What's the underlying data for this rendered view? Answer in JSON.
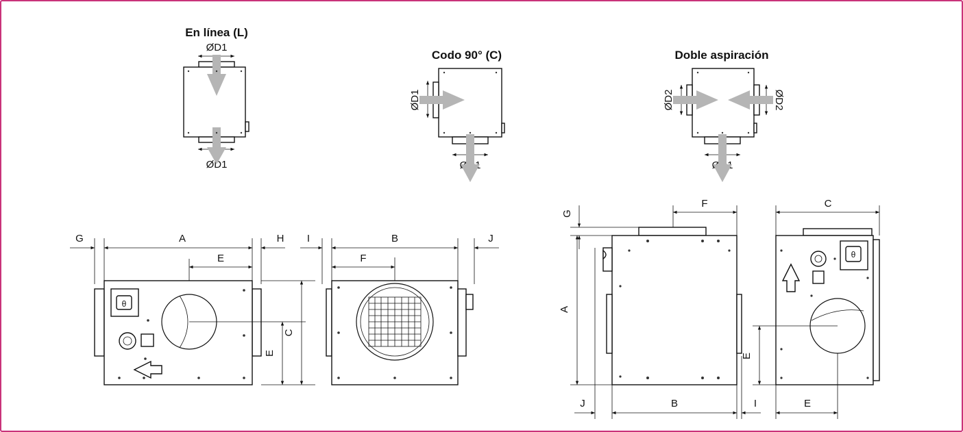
{
  "colors": {
    "frame": "#c9337a",
    "arrow": "#b5b5b5",
    "line": "#111111"
  },
  "titles": {
    "inline": "En línea (L)",
    "elbow": "Codo 90° (C)",
    "double": "Doble aspiración"
  },
  "labels": {
    "d1": "ØD1",
    "d2": "ØD2",
    "a": "A",
    "b": "B",
    "c": "C",
    "e": "E",
    "f": "F",
    "g": "G",
    "h": "H",
    "i": "I",
    "j": "J"
  }
}
